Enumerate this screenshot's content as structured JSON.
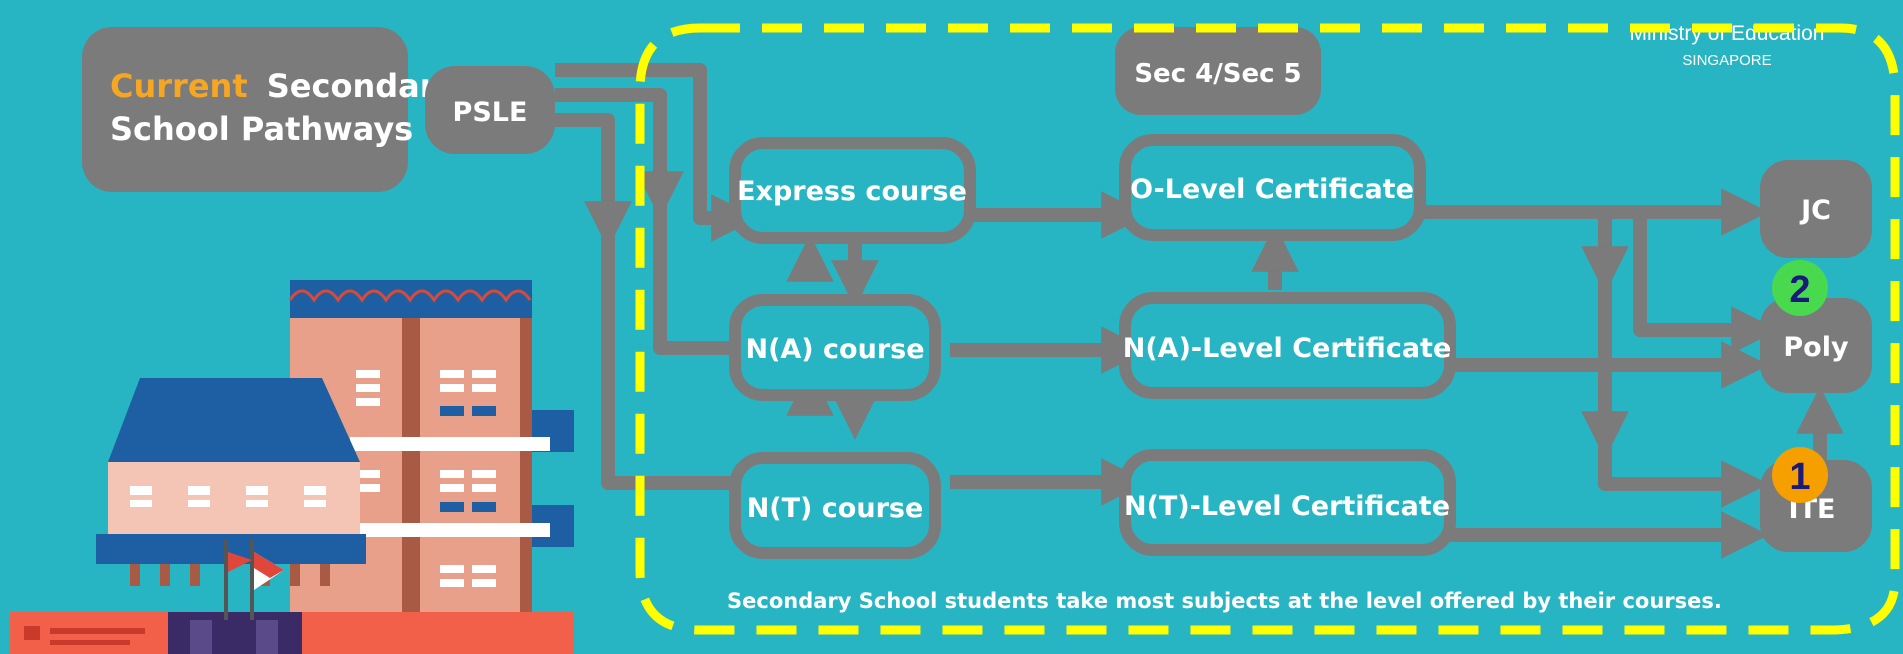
{
  "title": {
    "highlight": "Current",
    "rest_line1": "Secondary",
    "line2": "School Pathways"
  },
  "colors": {
    "background": "#27b5c3",
    "box_gray": "#7b7b7b",
    "highlight_orange": "#f5a623",
    "annotation_yellow": "#ffff00",
    "badge_orange": "#f5a000",
    "badge_green": "#49d94f"
  },
  "stages": {
    "psle": "PSLE",
    "exam_year": "Sec 4/Sec 5"
  },
  "courses": {
    "express": "Express course",
    "na": "N(A) course",
    "nt": "N(T) course"
  },
  "certificates": {
    "o_level": "O-Level Certificate",
    "na_level": "N(A)-Level Certificate",
    "nt_level": "N(T)-Level Certificate"
  },
  "destinations": {
    "jc": "JC",
    "poly": "Poly",
    "ite": "ITE"
  },
  "footnote": "Secondary School students take most subjects at the level offered by their courses.",
  "ministry": {
    "line1": "Ministry of Education",
    "line2": "SINGAPORE"
  },
  "badges": [
    {
      "number": "1",
      "target": "ITE"
    },
    {
      "number": "2",
      "target": "Poly"
    }
  ]
}
